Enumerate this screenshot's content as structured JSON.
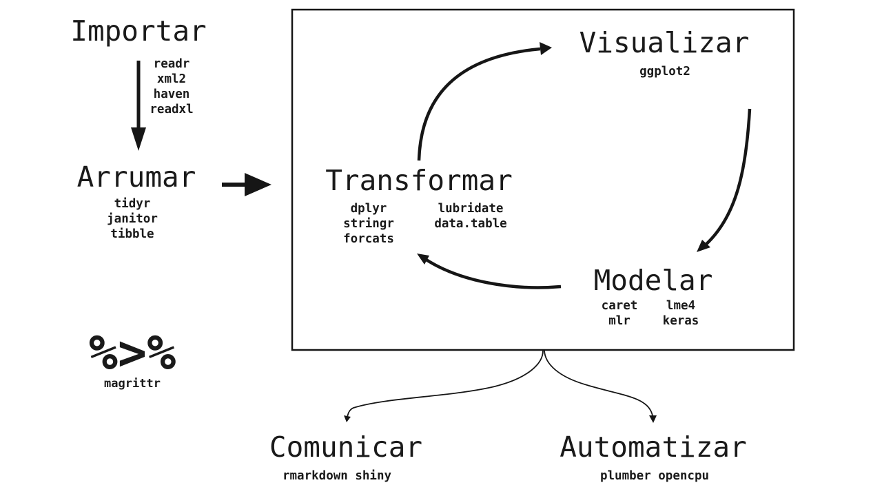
{
  "colors": {
    "ink": "#1a1a1a",
    "box_border": "#2e2e2e",
    "background": "#ffffff"
  },
  "nodes": {
    "importar": {
      "title": "Importar",
      "packages": [
        "readr",
        "xml2",
        "haven",
        "readxl"
      ]
    },
    "arrumar": {
      "title": "Arrumar",
      "packages": [
        "tidyr",
        "janitor",
        "tibble"
      ]
    },
    "transformar": {
      "title": "Transformar",
      "packages_col1": [
        "dplyr",
        "stringr",
        "forcats"
      ],
      "packages_col2": [
        "lubridate",
        "data.table"
      ]
    },
    "visualizar": {
      "title": "Visualizar",
      "packages": [
        "ggplot2"
      ]
    },
    "modelar": {
      "title": "Modelar",
      "packages_col1": [
        "caret",
        "mlr"
      ],
      "packages_col2": [
        "lme4",
        "keras"
      ]
    },
    "pipe": {
      "symbol": "%>%",
      "package": "magrittr"
    },
    "comunicar": {
      "title": "Comunicar",
      "packages": "rmarkdown shiny"
    },
    "automatizar": {
      "title": "Automatizar",
      "packages": "plumber opencpu"
    }
  }
}
